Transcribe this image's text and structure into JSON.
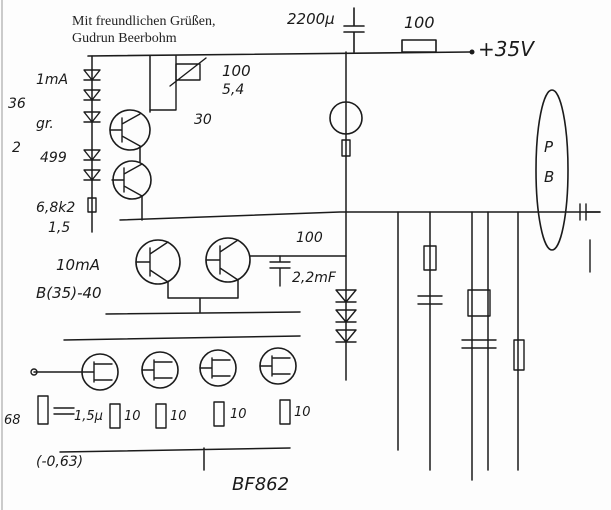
{
  "greeting": {
    "line1": "Mit freundlichen Grüßen,",
    "line2": "Gudrun Beerbohm"
  },
  "labels": {
    "cap_top": "2200μ",
    "res_top": "100",
    "supply": "+35V",
    "label_1mA": "1mA",
    "label_36": "36",
    "label_gr": "gr.",
    "label_2": "2",
    "label_499": "499",
    "label_6_8k": "6,8k2",
    "label_1_5": "1,5",
    "res_100_top": "100",
    "res_5_4": "5,4",
    "label_30": "30",
    "label_10mA": "10mA",
    "label_b": "B(35)-40",
    "res_100_mid": "100",
    "cap_22mF": "2,2mF",
    "label_68": "68",
    "cap_1_5u": "1,5μ",
    "label_063": "(-0,63)",
    "res_10_a": "10",
    "res_10_b": "10",
    "res_10_c": "10",
    "res_10_d": "10",
    "label_bf862": "BF862",
    "label_P": "P",
    "label_B": "B"
  },
  "colors": {
    "ink": "#1b1b1b",
    "paper": "#fdfdfd"
  }
}
